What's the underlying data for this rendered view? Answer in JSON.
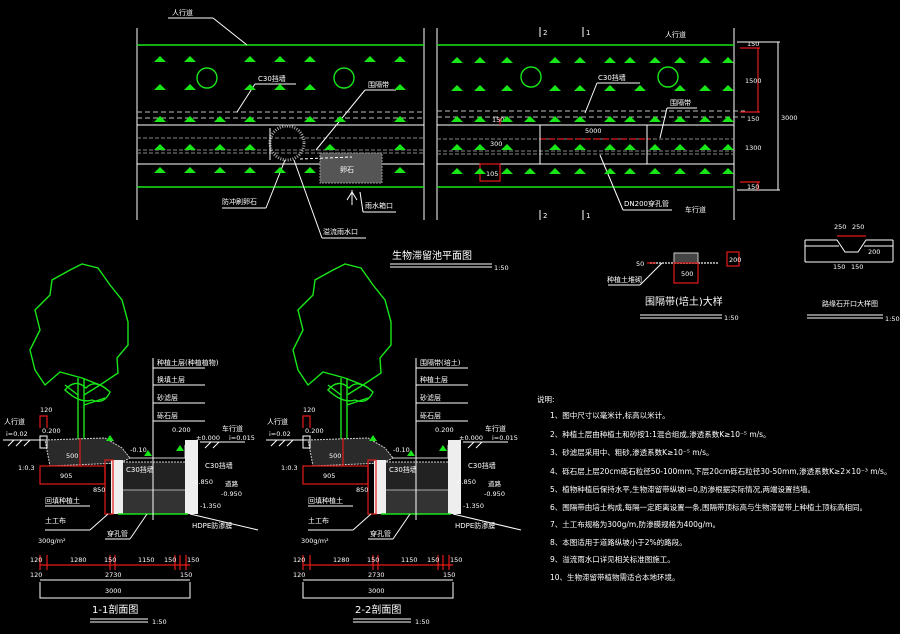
{
  "colors": {
    "background": "#000000",
    "linework": "#ffffff",
    "vegetation": "#19e619",
    "dimension": "#e51b1b"
  },
  "plan": {
    "title": "生物滞留池平面图",
    "scale": "1:50",
    "left": {
      "top_label": "人行道",
      "wall_label": "C30挡墙",
      "divider_label": "围隔带",
      "shrub_label": "防冲刷卵石",
      "inlet_label": "溢流雨水口",
      "outlet_label": "雨水箱口",
      "rock_label": "卵石"
    },
    "right": {
      "top_label": "人行道",
      "bottom_label": "车行道",
      "wall_label": "C30挡墙",
      "divider_label": "围隔带",
      "pipe_label": "DN200穿孔管",
      "length": "5000",
      "section_marks": [
        "2",
        "1",
        "2",
        "1"
      ],
      "dims_left": [
        "150",
        "300",
        "105"
      ],
      "dims_right": [
        "150",
        "1500",
        "150",
        "1300",
        "150",
        "3000"
      ]
    }
  },
  "detail_divider": {
    "title": "围隔带(培土)大样",
    "scale": "1:50",
    "width": "500",
    "height": "200",
    "offset": "50",
    "label": "种植土堆砌"
  },
  "detail_curb": {
    "title": "路缘石开口大样图",
    "scale": "1:50",
    "dims_top": [
      "250",
      "250"
    ],
    "dims_bottom": [
      "150",
      "150"
    ],
    "depth": "200"
  },
  "sections": [
    {
      "title": "1-1剖面图",
      "scale": "1:50",
      "layers": [
        "种植土层(种植植物)",
        "换填土层",
        "砂滤层",
        "砾石层"
      ],
      "sidewalk": "人行道",
      "road": "车行道",
      "slope_left": "i=0.02",
      "slope_right": "i=0.015",
      "elev_top_left": "0.200",
      "elev_top_right": "0.200",
      "elev_zero": "±0.000",
      "elev_pond": "-0.10",
      "elev_1": "-0.850",
      "elev_2": "-0.950",
      "elev_3": "-1.350",
      "wall": "C30挡墙",
      "inner_wall": "C30挡墙",
      "membrane": "HDPE防渗膜",
      "pipe": "穿孔管",
      "geotextile": "土工布",
      "geo_spec": "300g/m²",
      "backfill": "回填种植土",
      "dim_905": "905",
      "dim_500": "500",
      "dim_850": "850",
      "dim_slope": "1:0.3",
      "dim_120": "120",
      "dims_row1": [
        "120",
        "1280",
        "150",
        "1150",
        "150",
        "150"
      ],
      "dims_row2": [
        "120",
        "2730",
        "150"
      ],
      "dims_row3": [
        "3000"
      ],
      "road_mark": "道路"
    },
    {
      "title": "2-2剖面图",
      "scale": "1:50",
      "layers": [
        "围隔带(培土)",
        "种植土层",
        "砂滤层",
        "砾石层"
      ],
      "sidewalk": "人行道",
      "road": "车行道",
      "slope_left": "i=0.02",
      "slope_right": "i=0.015",
      "elev_top_left": "0.200",
      "elev_top_right": "0.200",
      "elev_zero": "±0.000",
      "elev_pond": "-0.10",
      "elev_1": "-0.850",
      "elev_2": "-0.950",
      "elev_3": "-1.350",
      "wall": "C30挡墙",
      "inner_wall": "C30挡墙",
      "membrane": "HDPE防渗膜",
      "pipe": "穿孔管",
      "geotextile": "土工布",
      "geo_spec": "300g/m²",
      "backfill": "回填种植土",
      "dim_905": "905",
      "dim_500": "500",
      "dim_850": "850",
      "dim_slope": "1:0.3",
      "dim_120": "120",
      "dims_row1": [
        "120",
        "1280",
        "150",
        "1150",
        "150",
        "150"
      ],
      "dims_row2": [
        "120",
        "2730",
        "150"
      ],
      "dims_row3": [
        "3000"
      ],
      "road_mark": "道路"
    }
  ],
  "notes": {
    "heading": "说明:",
    "items": [
      "1、图中尺寸以毫米计,标高以米计。",
      "2、种植土层由种植土和砂按1:1混合组成,渗透系数K≥10⁻⁵ m/s。",
      "3、砂滤层采用中、粗砂,渗透系数K≥10⁻⁵ m/s。",
      "4、砾石层上层20cm砾石粒径50-100mm,下层20cm砾石粒径30-50mm,渗透系数K≥2×10⁻³ m/s。",
      "5、植物种植后保持水平,生物滞留带纵坡i=0,防渗根据实际情况,两端设置挡墙。",
      "6、围隔带由培土构成,每隔一定距离设置一条,围隔带顶标高与生物滞留带上种植土顶标高相同。",
      "7、土工布规格为300g/m,防渗膜规格为400g/m。",
      "8、本图适用于道路纵坡小于2%的路段。",
      "9、溢流雨水口详见相关标准图施工。",
      "10、生物滞留带植物需适合本地环境。"
    ]
  }
}
